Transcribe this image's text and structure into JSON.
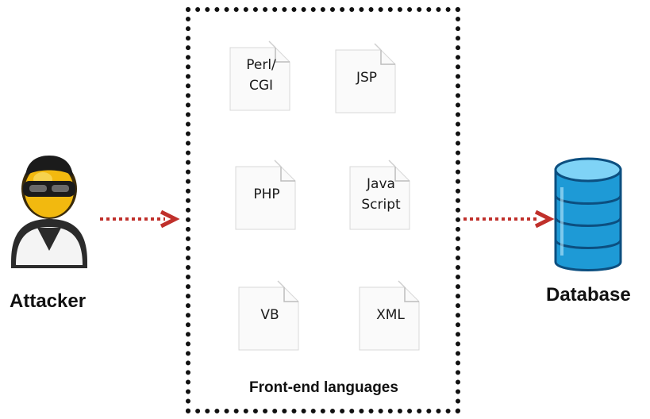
{
  "diagram": {
    "frame_label": "Front-end languages",
    "languages": [
      {
        "id": "perl-cgi",
        "label": "Perl/\nCGI"
      },
      {
        "id": "jsp",
        "label": "JSP"
      },
      {
        "id": "php",
        "label": "PHP"
      },
      {
        "id": "javascript",
        "label": "Java\nScript"
      },
      {
        "id": "vb",
        "label": "VB"
      },
      {
        "id": "xml",
        "label": "XML"
      }
    ],
    "attacker_label": "Attacker",
    "database_label": "Database"
  },
  "colors": {
    "arrow": "#c0302b",
    "database": "#1e9ad6",
    "attacker_head": "#f2b90f",
    "frame": "#111111"
  },
  "icons": [
    "attacker-icon",
    "database-icon",
    "arrow-right-icon",
    "document-icon"
  ]
}
